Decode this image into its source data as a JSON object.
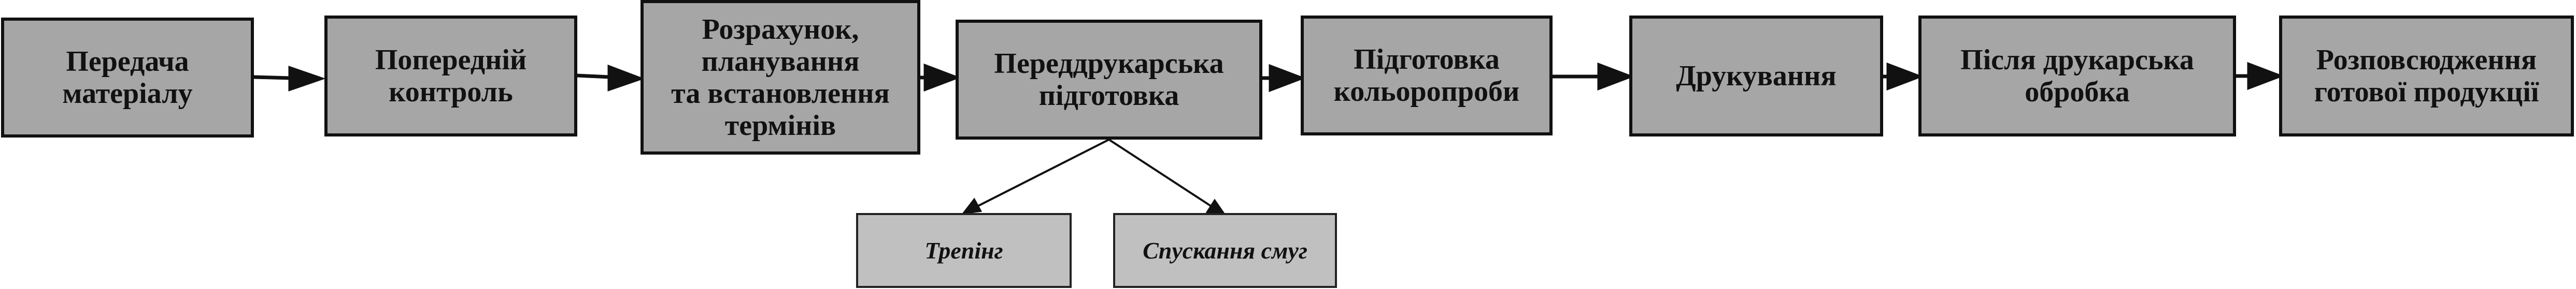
{
  "colors": {
    "box_fill": "#a6a6a6",
    "sub_box_fill": "#c0c0c0",
    "border": "#111111",
    "arrow": "#111111"
  },
  "steps": [
    {
      "label": "Передача\nматеріалу"
    },
    {
      "label": "Попередній\nконтроль"
    },
    {
      "label": "Розрахунок,\nпланування\nта встановлення\nтермінів"
    },
    {
      "label": "Переддрукарська\nпідготовка"
    },
    {
      "label": "Підготовка\nкольоропроби"
    },
    {
      "label": "Друкування"
    },
    {
      "label": "Після друкарська\nобробка"
    },
    {
      "label": "Розповсюдження\nготової продукції"
    }
  ],
  "substeps": [
    {
      "label": "Трепінг"
    },
    {
      "label": "Спускання смуг"
    }
  ]
}
